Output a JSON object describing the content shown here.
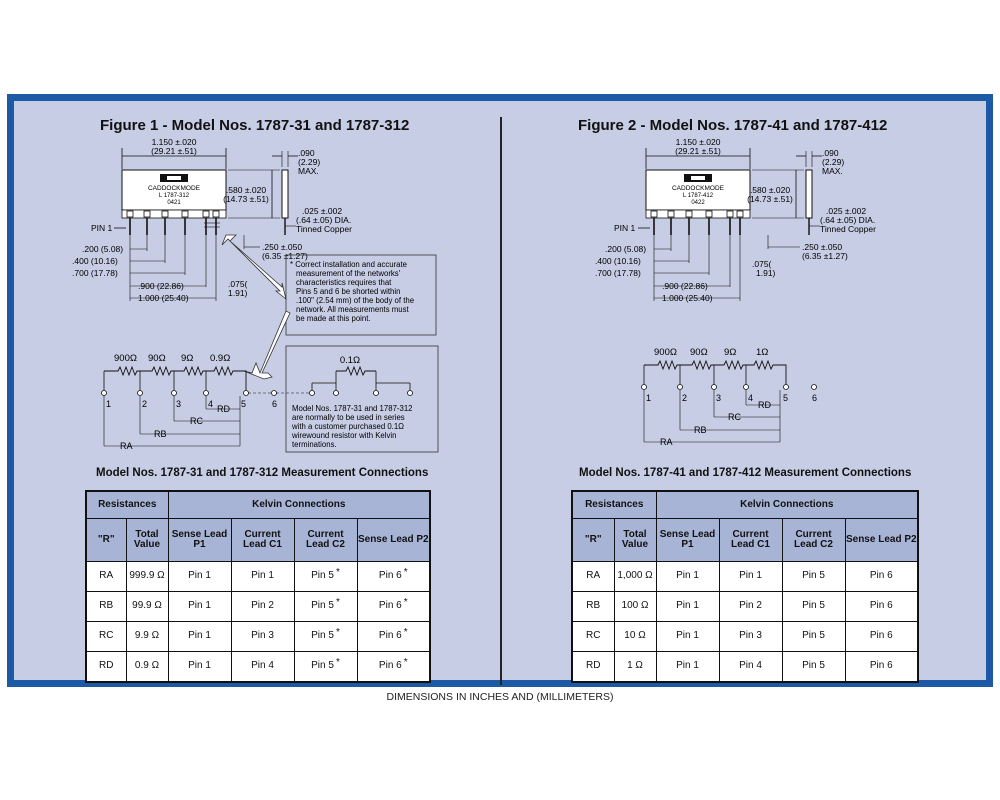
{
  "figure1": {
    "title": "Figure 1 - Model Nos. 1787-31 and 1787-312",
    "dims": {
      "width": "1.150 ±.020",
      "width_mm": "(29.21 ±.51)",
      "thick": ".090",
      "thick_mm": "(2.29)",
      "thick_max": "MAX.",
      "height": ".580 ±.020",
      "height_mm": "(14.73 ±.51)",
      "pin_dia": ".025 ±.002",
      "pin_dia_mm": "(.64 ±.05) DIA.",
      "pin_finish": "Tinned Copper",
      "pin_len": ".250 ±.050",
      "pin_len_mm": "(6.35 ±1.27)",
      "d200": ".200 (5.08)",
      "d400": ".400 (10.16)",
      "d700": ".700 (17.78)",
      "d900": ".900 (22.86)",
      "d1000": "1.000 (25.40)",
      "d075": ".075(",
      "d075_mm": "1.91)",
      "pin1": "PIN 1"
    },
    "label": {
      "brand": "CADDOCKMODE",
      "model": "L 1787-312",
      "code": "0421"
    },
    "note_star": [
      "* Correct installation and accurate",
      "measurement of the networks'",
      "characteristics requires that",
      "Pins 5 and 6 be shorted within",
      ".100\" (2.54 mm) of the body of the",
      "network.  All measurements must",
      "be made at  this point."
    ],
    "note_series": [
      "Model Nos. 1787-31 and 1787-312",
      "are normally to be used in series",
      "with a customer purchased 0.1Ω",
      "wirewound resistor with Kelvin",
      "terminations."
    ],
    "res_0_1": "0.1Ω",
    "resistors": [
      "900Ω",
      "90Ω",
      "9Ω",
      "0.9Ω"
    ],
    "pins": [
      "1",
      "2",
      "3",
      "4",
      "5",
      "6"
    ],
    "rlabels": [
      "RD",
      "RC",
      "RB",
      "RA"
    ]
  },
  "figure2": {
    "title": "Figure 2 - Model Nos. 1787-41 and 1787-412",
    "dims": {
      "width": "1.150 ±.020",
      "width_mm": "(29.21 ±.51)",
      "thick": ".090",
      "thick_mm": "(2.29)",
      "thick_max": "MAX.",
      "height": ".580 ±.020",
      "height_mm": "(14.73 ±.51)",
      "pin_dia": ".025 ±.002",
      "pin_dia_mm": "(.64 ±.05) DIA.",
      "pin_finish": "Tinned Copper",
      "pin_len": ".250 ±.050",
      "pin_len_mm": "(6.35 ±1.27)",
      "d200": ".200 (5.08)",
      "d400": ".400 (10.16)",
      "d700": ".700 (17.78)",
      "d900": ".900 (22.86)",
      "d1000": "1.000 (25.40)",
      "d075": ".075(",
      "d075_mm": "1.91)",
      "pin1": "PIN 1"
    },
    "label": {
      "brand": "CADDOCKMODE",
      "model": "L 1787-412",
      "code": "0422"
    },
    "resistors": [
      "900Ω",
      "90Ω",
      "9Ω",
      "1Ω"
    ],
    "pins": [
      "1",
      "2",
      "3",
      "4",
      "5",
      "6"
    ],
    "rlabels": [
      "RD",
      "RC",
      "RB",
      "RA"
    ]
  },
  "table1": {
    "title": "Model Nos. 1787-31 and 1787-312 Measurement Connections",
    "h_res": "Resistances",
    "h_kelvin": "Kelvin Connections",
    "h_r": "\"R\"",
    "h_total": "Total Value",
    "h_cols": [
      "Sense Lead P1",
      "Current Lead C1",
      "Current Lead C2",
      "Sense Lead P2"
    ],
    "rows": [
      [
        "RA",
        "999.9 Ω",
        "Pin 1",
        "Pin 1",
        "Pin 5",
        "Pin 6"
      ],
      [
        "RB",
        "99.9 Ω",
        "Pin 1",
        "Pin 2",
        "Pin 5",
        "Pin 6"
      ],
      [
        "RC",
        "9.9 Ω",
        "Pin 1",
        "Pin 3",
        "Pin 5",
        "Pin 6"
      ],
      [
        "RD",
        "0.9 Ω",
        "Pin 1",
        "Pin 4",
        "Pin 5",
        "Pin 6"
      ]
    ],
    "star": "*"
  },
  "table2": {
    "title": "Model Nos. 1787-41 and 1787-412 Measurement Connections",
    "h_res": "Resistances",
    "h_kelvin": "Kelvin Connections",
    "h_r": "\"R\"",
    "h_total": "Total Value",
    "h_cols": [
      "Sense Lead P1",
      "Current Lead C1",
      "Current Lead C2",
      "Sense Lead P2"
    ],
    "rows": [
      [
        "RA",
        "1,000 Ω",
        "Pin 1",
        "Pin 1",
        "Pin 5",
        "Pin 6"
      ],
      [
        "RB",
        "100 Ω",
        "Pin 1",
        "Pin 2",
        "Pin 5",
        "Pin 6"
      ],
      [
        "RC",
        "10 Ω",
        "Pin 1",
        "Pin 3",
        "Pin 5",
        "Pin 6"
      ],
      [
        "RD",
        "1 Ω",
        "Pin 1",
        "Pin 4",
        "Pin 5",
        "Pin 6"
      ]
    ]
  },
  "caption": "DIMENSIONS IN INCHES AND (MILLIMETERS)",
  "colors": {
    "frame": "#1c5aa6",
    "panel": "#c7cde4",
    "header": "#a8b4d6"
  }
}
